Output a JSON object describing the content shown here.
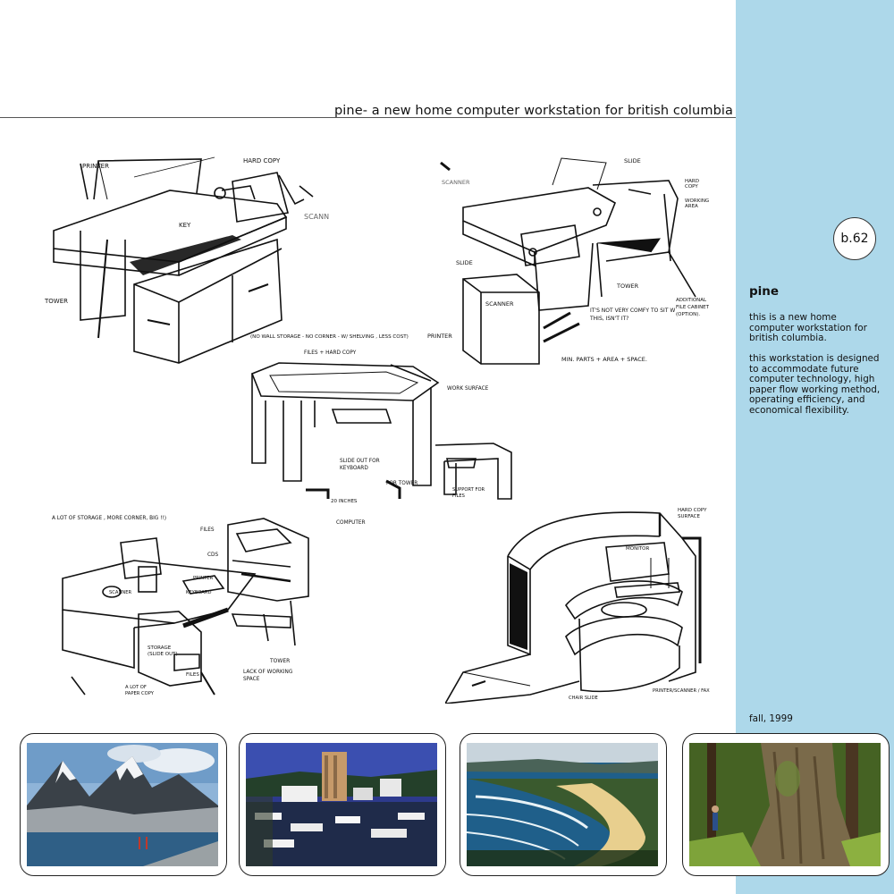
{
  "header": {
    "title": "pine- a new home computer workstation for british columbia"
  },
  "sidebar": {
    "page_badge": "b.62",
    "heading": "pine",
    "paragraph_1": "this is a new home computer workstation for british columbia.",
    "paragraph_2": "this workstation is designed to accommodate future computer technology,  high paper flow working method, operating efficiency, and economical flexibility.",
    "date": "fall, 1999"
  },
  "sketches": {
    "sketch_1_notes": [
      "PRINTER",
      "HARD COPY",
      "KEY",
      "SCANN",
      "TOWER",
      "(NO WALL STORAGE - NO CORNER - W/ SHELVING , LESS COST)"
    ],
    "sketch_2_notes": [
      "SCANNER",
      "SLIDE",
      "HARD COPY",
      "WORKING AREA",
      "SLIDE",
      "SCANNER",
      "TOWER",
      "IT'S NOT VERY COMFY TO SIT W THIS, ISN'T IT?",
      "ADDITIONAL FILE CABINET (OPTION).",
      "PRINTER",
      "MIN. PARTS + AREA + SPACE."
    ],
    "sketch_3_notes": [
      "FILES + HARD COPY",
      "WORK SURFACE",
      "SLIDE OUT FOR KEYBOARD",
      "FOR TOWER",
      "SUPPORT FOR FILES",
      "20 INCHES"
    ],
    "sketch_4_notes": [
      "A LOT OF STORAGE , MORE CORNER, BIG !!)",
      "FILES",
      "CDS",
      "SCANNER",
      "KEYBOARD",
      "PRINTER",
      "STORAGE (SLIDE OUT)",
      "FILES",
      "TOWER",
      "LACK OF WORKING SPACE",
      "A LOT OF PAPER COPY",
      "COMPUTER"
    ],
    "sketch_5_notes": [
      "HARD COPY SURFACE",
      "MONITOR",
      "PRINTER/SCANNER / FAX",
      "CHAIR SLIDE"
    ]
  },
  "photos": [
    {
      "name": "mountain-lake-photo"
    },
    {
      "name": "harbour-city-photo"
    },
    {
      "name": "sandy-beach-photo"
    },
    {
      "name": "rainforest-tree-photo"
    }
  ],
  "colors": {
    "sidebar": "#add8ea",
    "ink": "#111111"
  }
}
